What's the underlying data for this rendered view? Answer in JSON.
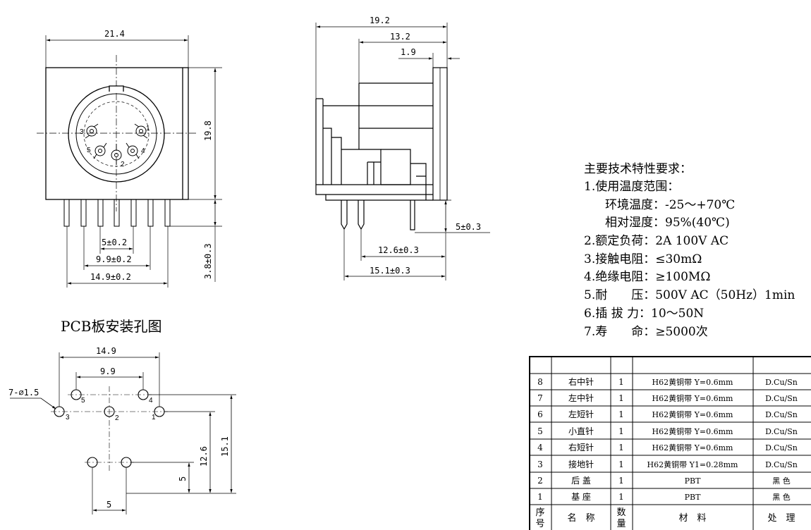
{
  "front_view": {
    "dims": {
      "width": "21.4",
      "height": "19.8",
      "pin_len": "3.8±0.3",
      "pitch_5": "5±0.2",
      "pitch_9_9": "9.9±0.2",
      "pitch_14_9": "14.9±0.2"
    },
    "pin_labels": [
      "1",
      "2",
      "3",
      "4",
      "5"
    ]
  },
  "side_view": {
    "dims": {
      "d19_2": "19.2",
      "d13_2": "13.2",
      "d1_9": "1.9",
      "d5": "5±0.3",
      "d12_6": "12.6±0.3",
      "d15_1": "15.1±0.3"
    }
  },
  "pcb_layout": {
    "title": "PCB板安装孔图",
    "hole_label": "7-∅1.5",
    "dims": {
      "d14_9": "14.9",
      "d9_9": "9.9",
      "d5_h": "5",
      "d5_v": "5",
      "d12_6": "12.6",
      "d15_1": "15.1"
    },
    "pin_labels": [
      "1",
      "2",
      "3",
      "4",
      "5"
    ]
  },
  "specs": {
    "heading": "主要技术特性要求：",
    "lines": [
      "1.使用温度范围：",
      "环境温度：-25～+70℃",
      "相对湿度：95%(40℃)",
      "2.额定负荷：2A 100V AC",
      "3.接触电阻：≤30mΩ",
      "4.绝缘电阻：≥100MΩ",
      "5.耐　　压：500V AC（50Hz）1min",
      "6.插 拔 力：10～50N",
      "7.寿　　命：≥5000次"
    ]
  },
  "bom": {
    "header": {
      "no": [
        "序",
        "号"
      ],
      "name": "名　称",
      "qty": [
        "数",
        "量"
      ],
      "material": "材　料",
      "finish": "处　理"
    },
    "rows": [
      {
        "no": "8",
        "name": "右中针",
        "qty": "1",
        "material": "H62黄铜带 Y=0.6mm",
        "finish": "D.Cu/Sn"
      },
      {
        "no": "7",
        "name": "左中针",
        "qty": "1",
        "material": "H62黄铜带 Y=0.6mm",
        "finish": "D.Cu/Sn"
      },
      {
        "no": "6",
        "name": "左短针",
        "qty": "1",
        "material": "H62黄铜带 Y=0.6mm",
        "finish": "D.Cu/Sn"
      },
      {
        "no": "5",
        "name": "小直针",
        "qty": "1",
        "material": "H62黄铜带 Y=0.6mm",
        "finish": "D.Cu/Sn"
      },
      {
        "no": "4",
        "name": "右短针",
        "qty": "1",
        "material": "H62黄铜带 Y=0.6mm",
        "finish": "D.Cu/Sn"
      },
      {
        "no": "3",
        "name": "接地针",
        "qty": "1",
        "material": "H62黄铜带 Y1=0.28mm",
        "finish": "D.Cu/Sn"
      },
      {
        "no": "2",
        "name": "后 盖",
        "qty": "1",
        "material": "PBT",
        "finish": "黑 色"
      },
      {
        "no": "1",
        "name": "基 座",
        "qty": "1",
        "material": "PBT",
        "finish": "黑 色"
      }
    ]
  }
}
